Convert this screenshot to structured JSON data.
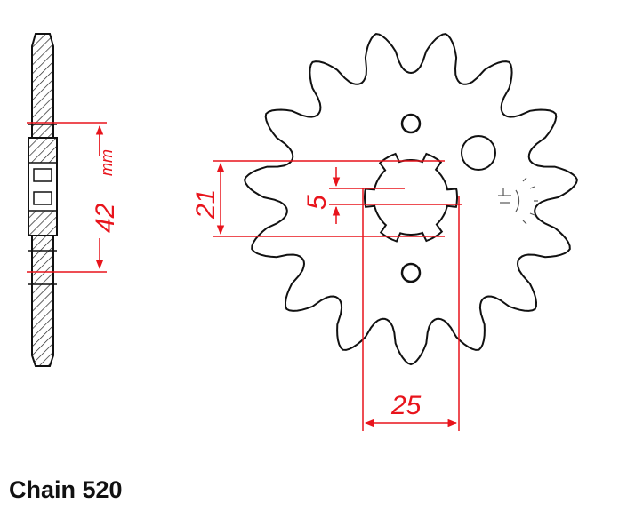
{
  "caption": "Chain 520",
  "dimensions": {
    "side_height_value": "42",
    "side_height_unit": "mm",
    "bore_diameter": "21",
    "keyway": "5",
    "spline_width": "25"
  },
  "colors": {
    "outline": "#111111",
    "dimension": "#e8141c",
    "background": "#ffffff"
  }
}
